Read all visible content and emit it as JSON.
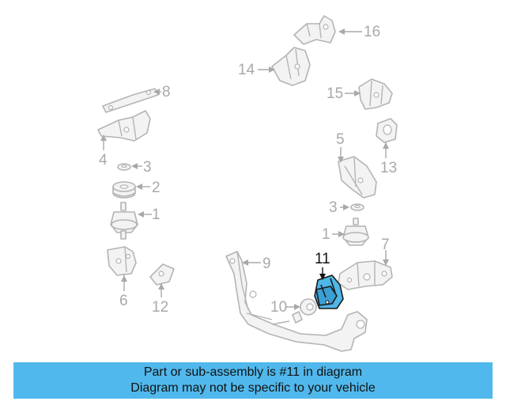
{
  "diagram": {
    "callouts": {
      "c16": "16",
      "c14": "14",
      "c8": "8",
      "c15": "15",
      "c4": "4",
      "c5": "5",
      "c13": "13",
      "c3a": "3",
      "c2": "2",
      "c3b": "3",
      "c1a": "1",
      "c1b": "1",
      "c7": "7",
      "c9": "9",
      "c11": "11",
      "c6": "6",
      "c12": "12",
      "c10": "10"
    },
    "highlight_color": "#4fb6e6",
    "part_color": "#b4b4b4"
  },
  "banner": {
    "line1": "Part or sub-assembly is #11 in diagram",
    "line2": "Diagram may not be specific to your vehicle",
    "background": "#50b8ec"
  }
}
